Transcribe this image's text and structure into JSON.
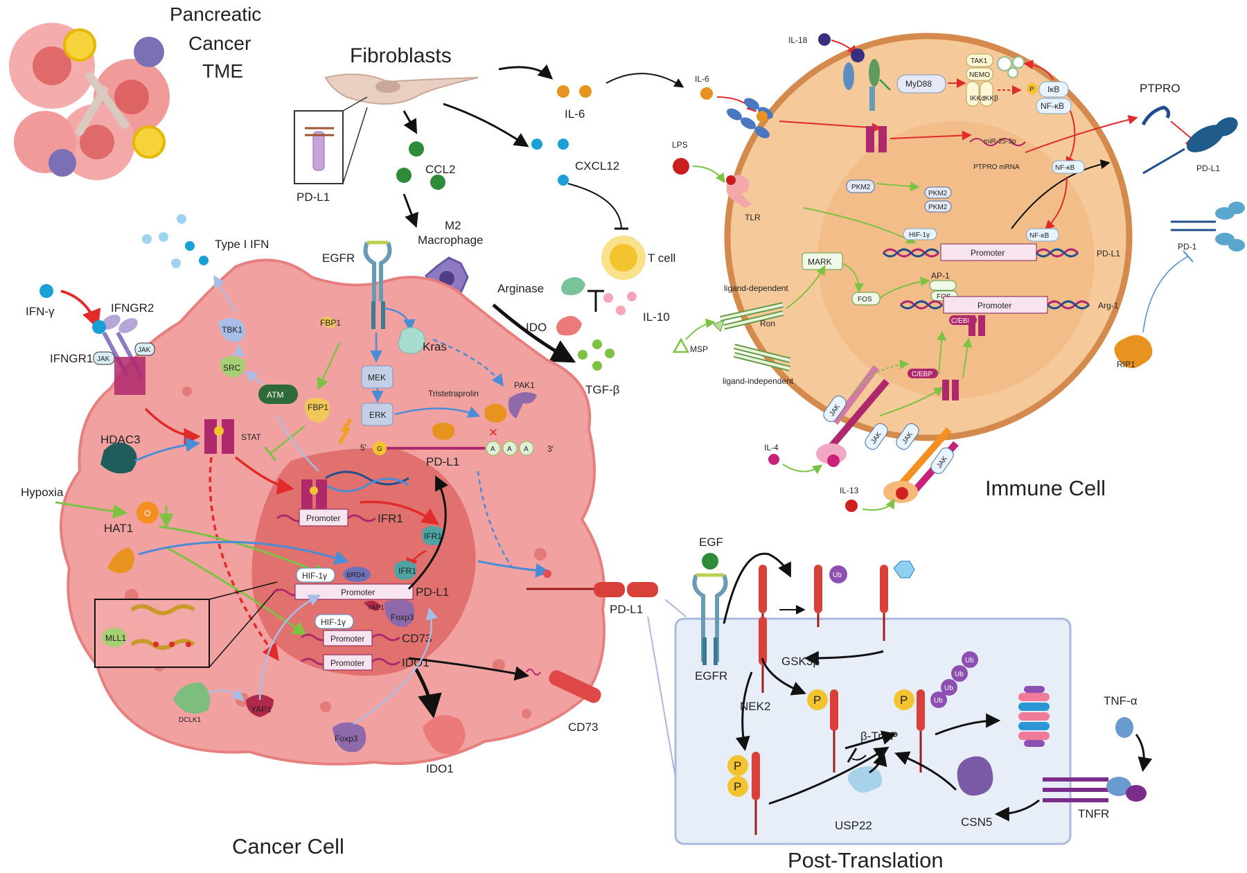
{
  "titles": {
    "tme": [
      "Pancreatic",
      "Cancer",
      "TME"
    ],
    "fibroblasts": "Fibroblasts",
    "cancer_cell": "Cancer Cell",
    "immune_cell": "Immune Cell",
    "post_translation": "Post-Translation"
  },
  "fibroblast_panel": {
    "pdl1_inset": "PD-L1",
    "ccl2": "CCL2",
    "il6": "IL-6",
    "cxcl12": "CXCL12",
    "m2_macrophage": [
      "M2",
      "Macrophage"
    ],
    "t_cell": "T cell",
    "arginase": "Arginase",
    "ido": "IDO",
    "il10": "IL-10",
    "tgfb": "TGF-β"
  },
  "cancer_panel": {
    "type1_ifn": "Type I IFN",
    "ifn_gamma": "IFN-γ",
    "ifngr2": "IFNGR2",
    "ifngr1": "IFNGR1",
    "jak": "JAK",
    "egfr": "EGFR",
    "kras": "Kras",
    "mek": "MEK",
    "erk": "ERK",
    "tbk1": "TBK1",
    "src": "SRC",
    "atm": "ATM",
    "fbp1": "FBP1",
    "stat": "STAT",
    "hdac3": "HDAC3",
    "tristetraprolin": "Tristetraprolin",
    "pak1": "PAK1",
    "five_prime": "5'",
    "three_prime": "3'",
    "g": "G",
    "a": "A",
    "pdl1_mrna": "PD-L1",
    "hypoxia": "Hypoxia",
    "o": "O",
    "hat1": "HAT1",
    "mll1": "MLL1",
    "promoter": "Promoter",
    "ifr1": "IFR1",
    "hif1y": "HIF-1γ",
    "brd4": "BRD4",
    "pdl1_gene": "PD-L1",
    "yap1": "YAP1",
    "foxp3": "Foxp3",
    "cd73_gene": "CD73",
    "ido1_gene": "IDO1",
    "dclk1": "DCLK1",
    "ido1_protein": "IDO1",
    "cd73_protein": "CD73",
    "pdl1_membrane": "PD-L1"
  },
  "immune_panel": {
    "il18": "IL-18",
    "il6": "IL-6",
    "myd88": "MyD88",
    "tak1": "TAK1",
    "nemo": "NEMO",
    "ikka": "IKKα",
    "ikkb": "IKKβ",
    "ikb": "IκB",
    "nfkb": "NF-κB",
    "p": "P",
    "mir": "miR-25-3p",
    "ptpro_mrna": "PTPRO mRNA",
    "ptpro": "PTPRO",
    "pdl1": "PD-L1",
    "pd1": "PD-1",
    "lps": "LPS",
    "tlr": "TLR",
    "pkm2": "PKM2",
    "hif1y": "HIF-1γ",
    "promoter": "Promoter",
    "pdl1_gene": "PD-L1",
    "mark": "MARK",
    "ap1": "AP-1",
    "fos": "FOS",
    "arg1": "Arg-1",
    "cebp": "C/EBP",
    "ligand_dependent": "ligand-dependent",
    "ron": "Ron",
    "msp": "MSP",
    "ligand_independent": "ligand-independent",
    "jak": "JAK",
    "il4": "IL-4",
    "il13": "IL-13",
    "rip1": "RIP1"
  },
  "post_translation_panel": {
    "egf": "EGF",
    "egfr": "EGFR",
    "ub": "Ub",
    "gsk3b": "GSK3β",
    "nek2": "NEK2",
    "p": "P",
    "btrcp": "β-TrCP",
    "usp22": "USP22",
    "csn5": "CSN5",
    "tnfa": "TNF-α",
    "tnfr": "TNFR"
  },
  "colors": {
    "cancer_fill": "#f2a1a1",
    "nucleus_fill": "#d9625f",
    "immune_fill": "#fbe3c9",
    "immune_border": "#d38a4c",
    "panel_fill": "#e8eef8",
    "panel_border": "#a9b8dc",
    "red_arrow": "#e12a2a",
    "green_arrow": "#7dc243",
    "blue_arrow": "#4a8dd6",
    "receptor_red": "#d9403a",
    "ub_purple": "#8e4fb3",
    "phospho_yellow": "#f4c430"
  }
}
